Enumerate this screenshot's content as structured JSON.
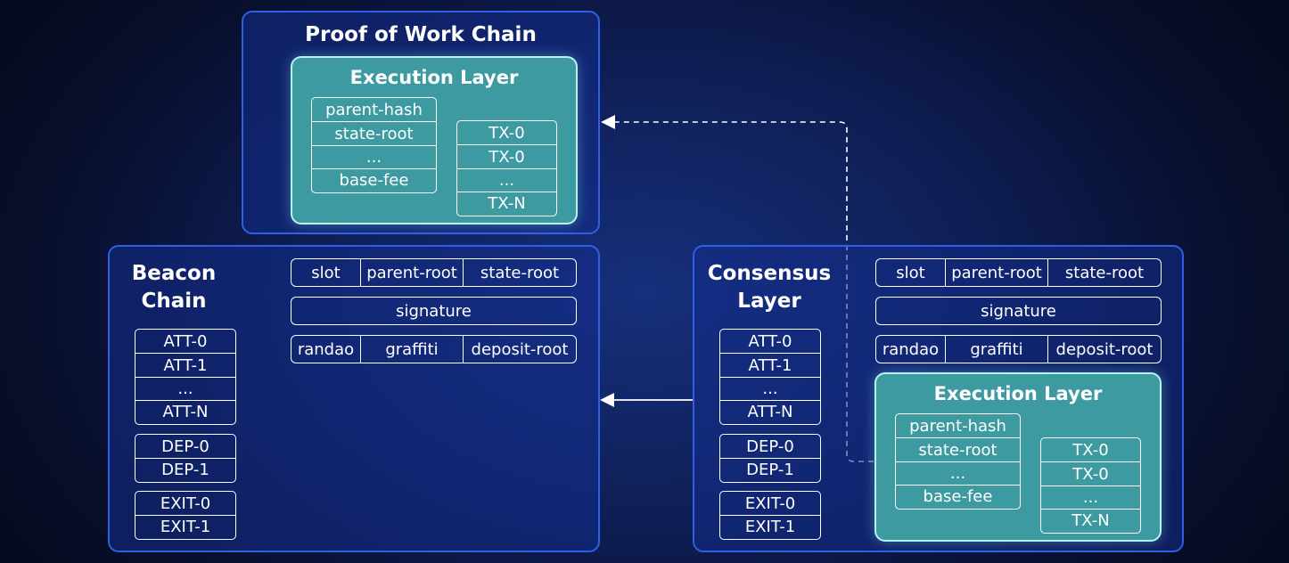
{
  "pow_chain": {
    "title": "Proof of Work Chain",
    "execution": {
      "title": "Execution Layer",
      "header_fields": [
        "parent-hash",
        "state-root",
        "...",
        "base-fee"
      ],
      "transactions": [
        "TX-0",
        "TX-0",
        "...",
        "TX-N"
      ]
    }
  },
  "beacon_chain": {
    "title_line1": "Beacon",
    "title_line2": "Chain",
    "row1": [
      "slot",
      "parent-root",
      "state-root"
    ],
    "signature": "signature",
    "row3": [
      "randao",
      "graffiti",
      "deposit-root"
    ],
    "attestations": [
      "ATT-0",
      "ATT-1",
      "...",
      "ATT-N"
    ],
    "deposits": [
      "DEP-0",
      "DEP-1"
    ],
    "exits": [
      "EXIT-0",
      "EXIT-1"
    ]
  },
  "consensus_layer": {
    "title_line1": "Consensus",
    "title_line2": "Layer",
    "row1": [
      "slot",
      "parent-root",
      "state-root"
    ],
    "signature": "signature",
    "row3": [
      "randao",
      "graffiti",
      "deposit-root"
    ],
    "attestations": [
      "ATT-0",
      "ATT-1",
      "...",
      "ATT-N"
    ],
    "deposits": [
      "DEP-0",
      "DEP-1"
    ],
    "exits": [
      "EXIT-0",
      "EXIT-1"
    ],
    "execution": {
      "title": "Execution Layer",
      "header_fields": [
        "parent-hash",
        "state-root",
        "...",
        "base-fee"
      ],
      "transactions": [
        "TX-0",
        "TX-0",
        "...",
        "TX-N"
      ]
    }
  },
  "colors": {
    "panel_border": "#2e5fe6",
    "execution_fill": "#3d9aa0",
    "execution_border": "#b7f3f0"
  }
}
